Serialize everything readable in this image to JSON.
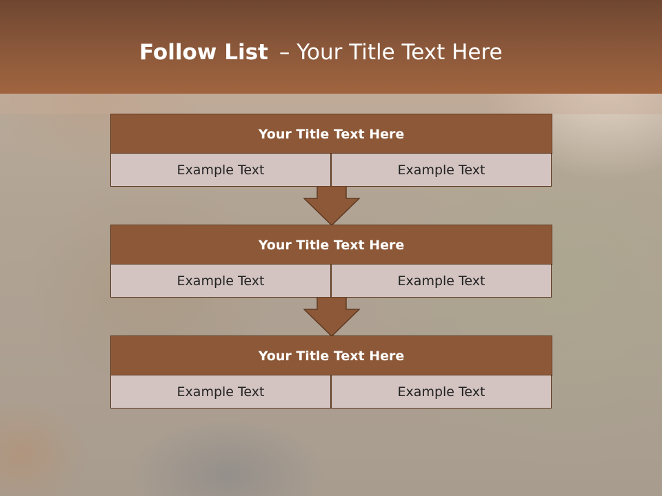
{
  "slide": {
    "title_bold": "Follow List",
    "title_rest": "– Your Title Text Here"
  },
  "steps": [
    {
      "title": "Your Title Text Here",
      "left": "Example Text",
      "right": "Example Text"
    },
    {
      "title": "Your Title Text Here",
      "left": "Example Text",
      "right": "Example Text"
    },
    {
      "title": "Your Title Text Here",
      "left": "Example Text",
      "right": "Example Text"
    }
  ],
  "colors": {
    "header": "#8a573a",
    "block_title": "#8c5837",
    "cell": "#d3c4c1",
    "arrow": "#8c5837",
    "border": "#5e3a22"
  }
}
